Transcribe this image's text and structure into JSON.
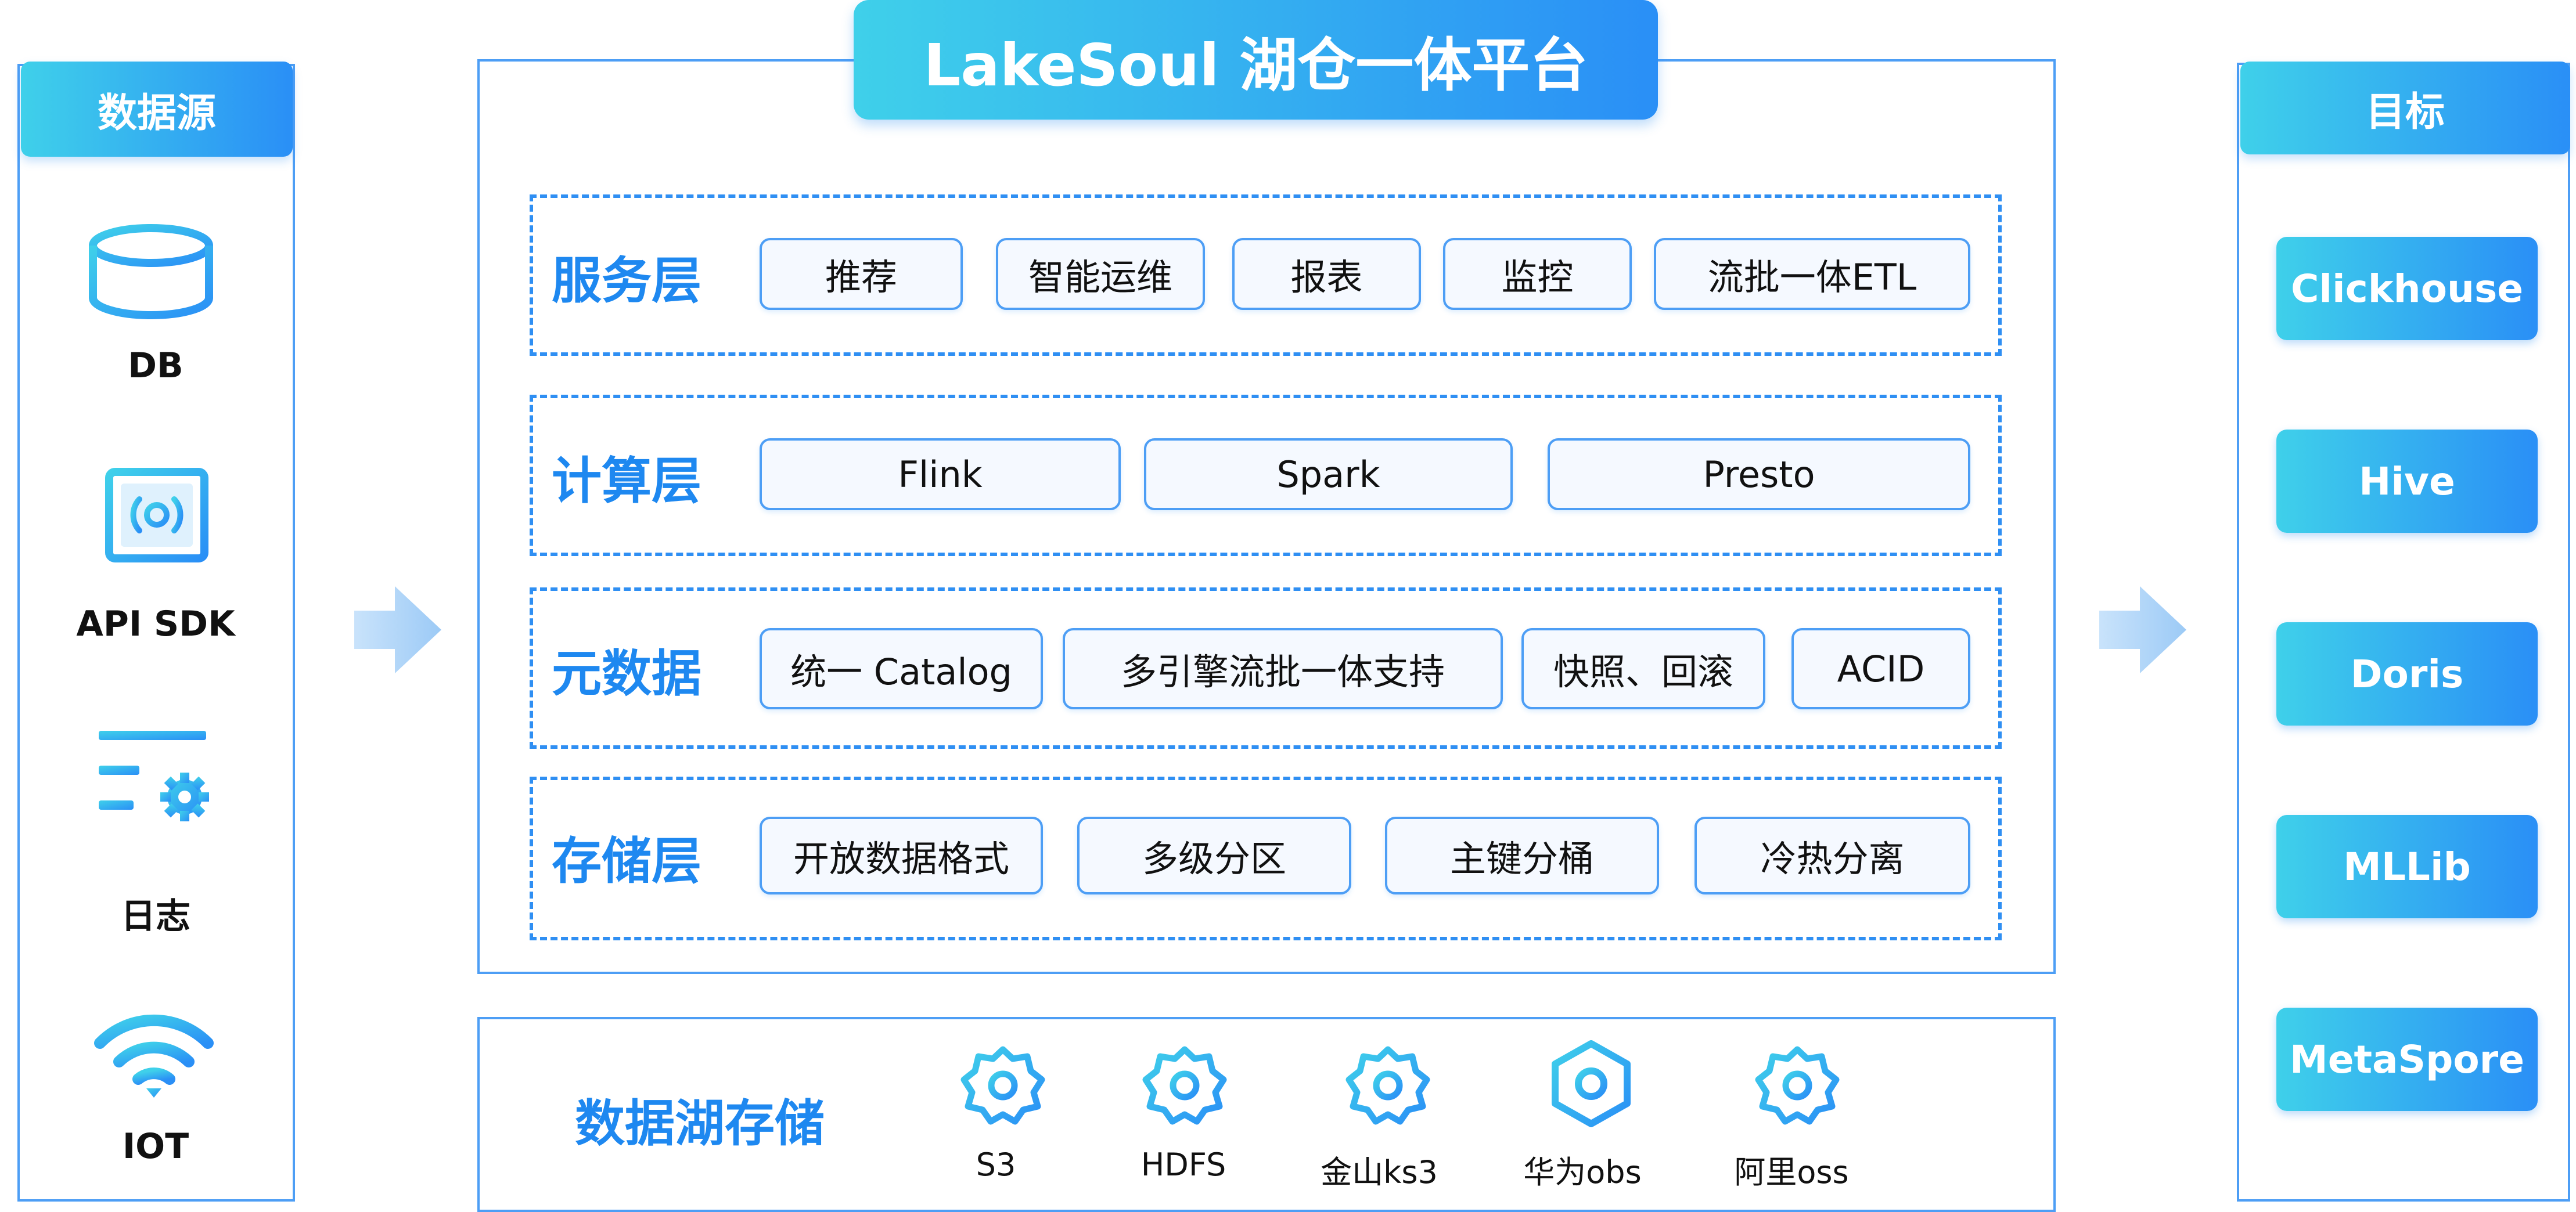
{
  "colors": {
    "accent": "#2f8ff3",
    "gradient_start": "#3fd0ea",
    "gradient_end": "#2a8ff6",
    "border": "#4d9ef5"
  },
  "sources": {
    "title": "数据源",
    "items": [
      {
        "label": "DB",
        "icon": "database-icon"
      },
      {
        "label": "API SDK",
        "icon": "api-icon"
      },
      {
        "label": "日志",
        "icon": "log-settings-icon"
      },
      {
        "label": "IOT",
        "icon": "wifi-icon"
      }
    ]
  },
  "platform": {
    "title": "LakeSoul  湖仓一体平台",
    "layers": [
      {
        "label": "服务层",
        "chips": [
          "推荐",
          "智能运维",
          "报表",
          "监控",
          "流批一体ETL"
        ]
      },
      {
        "label": "计算层",
        "chips": [
          "Flink",
          "Spark",
          "Presto"
        ]
      },
      {
        "label": "元数据",
        "chips": [
          "统一 Catalog",
          "多引擎流批一体支持",
          "快照、回滚",
          "ACID"
        ]
      },
      {
        "label": "存储层",
        "chips": [
          "开放数据格式",
          "多级分区",
          "主键分桶",
          "冷热分离"
        ]
      }
    ]
  },
  "storage": {
    "label": "数据湖存储",
    "items": [
      {
        "label": "S3",
        "icon": "gear-icon"
      },
      {
        "label": "HDFS",
        "icon": "gear-icon"
      },
      {
        "label": "金山ks3",
        "icon": "gear-icon"
      },
      {
        "label": "华为obs",
        "icon": "hexagon-gear-icon"
      },
      {
        "label": "阿里oss",
        "icon": "gear-icon"
      }
    ]
  },
  "targets": {
    "title": "目标",
    "items": [
      "Clickhouse",
      "Hive",
      "Doris",
      "MLLib",
      "MetaSpore"
    ]
  }
}
